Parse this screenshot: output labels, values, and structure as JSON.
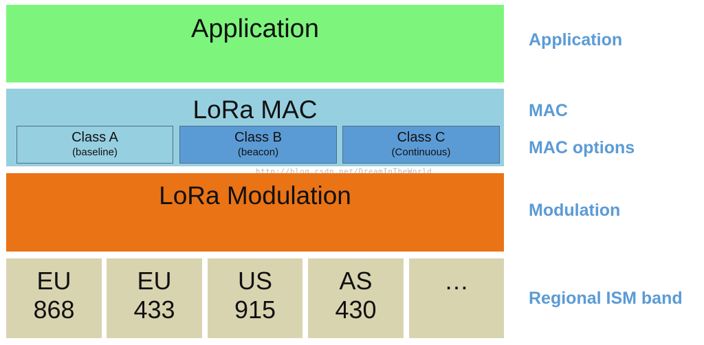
{
  "colors": {
    "application": "#7df57d",
    "mac": "#96cfe0",
    "class_a": "#96cfe0",
    "class_b_c": "#5b9bd5",
    "modulation": "#ea7316",
    "band": "#d9d4b0",
    "side_label": "#5b9bd5"
  },
  "layers": {
    "application": {
      "title": "Application"
    },
    "mac": {
      "title": "LoRa MAC",
      "classes": [
        {
          "name": "Class A",
          "sub": "(baseline)"
        },
        {
          "name": "Class B",
          "sub": "(beacon)"
        },
        {
          "name": "Class C",
          "sub": "(Continuous)"
        }
      ]
    },
    "modulation": {
      "title": "LoRa Modulation"
    },
    "bands": [
      {
        "line1": "EU",
        "line2": "868"
      },
      {
        "line1": "EU",
        "line2": "433"
      },
      {
        "line1": "US",
        "line2": "915"
      },
      {
        "line1": "AS",
        "line2": "430"
      },
      {
        "line1": "…",
        "line2": ""
      }
    ]
  },
  "side_labels": {
    "application": "Application",
    "mac": "MAC",
    "mac_options": "MAC options",
    "modulation": "Modulation",
    "regional": "Regional ISM band"
  },
  "watermark": "http://blog.csdn.net/DreamInTheWorld"
}
